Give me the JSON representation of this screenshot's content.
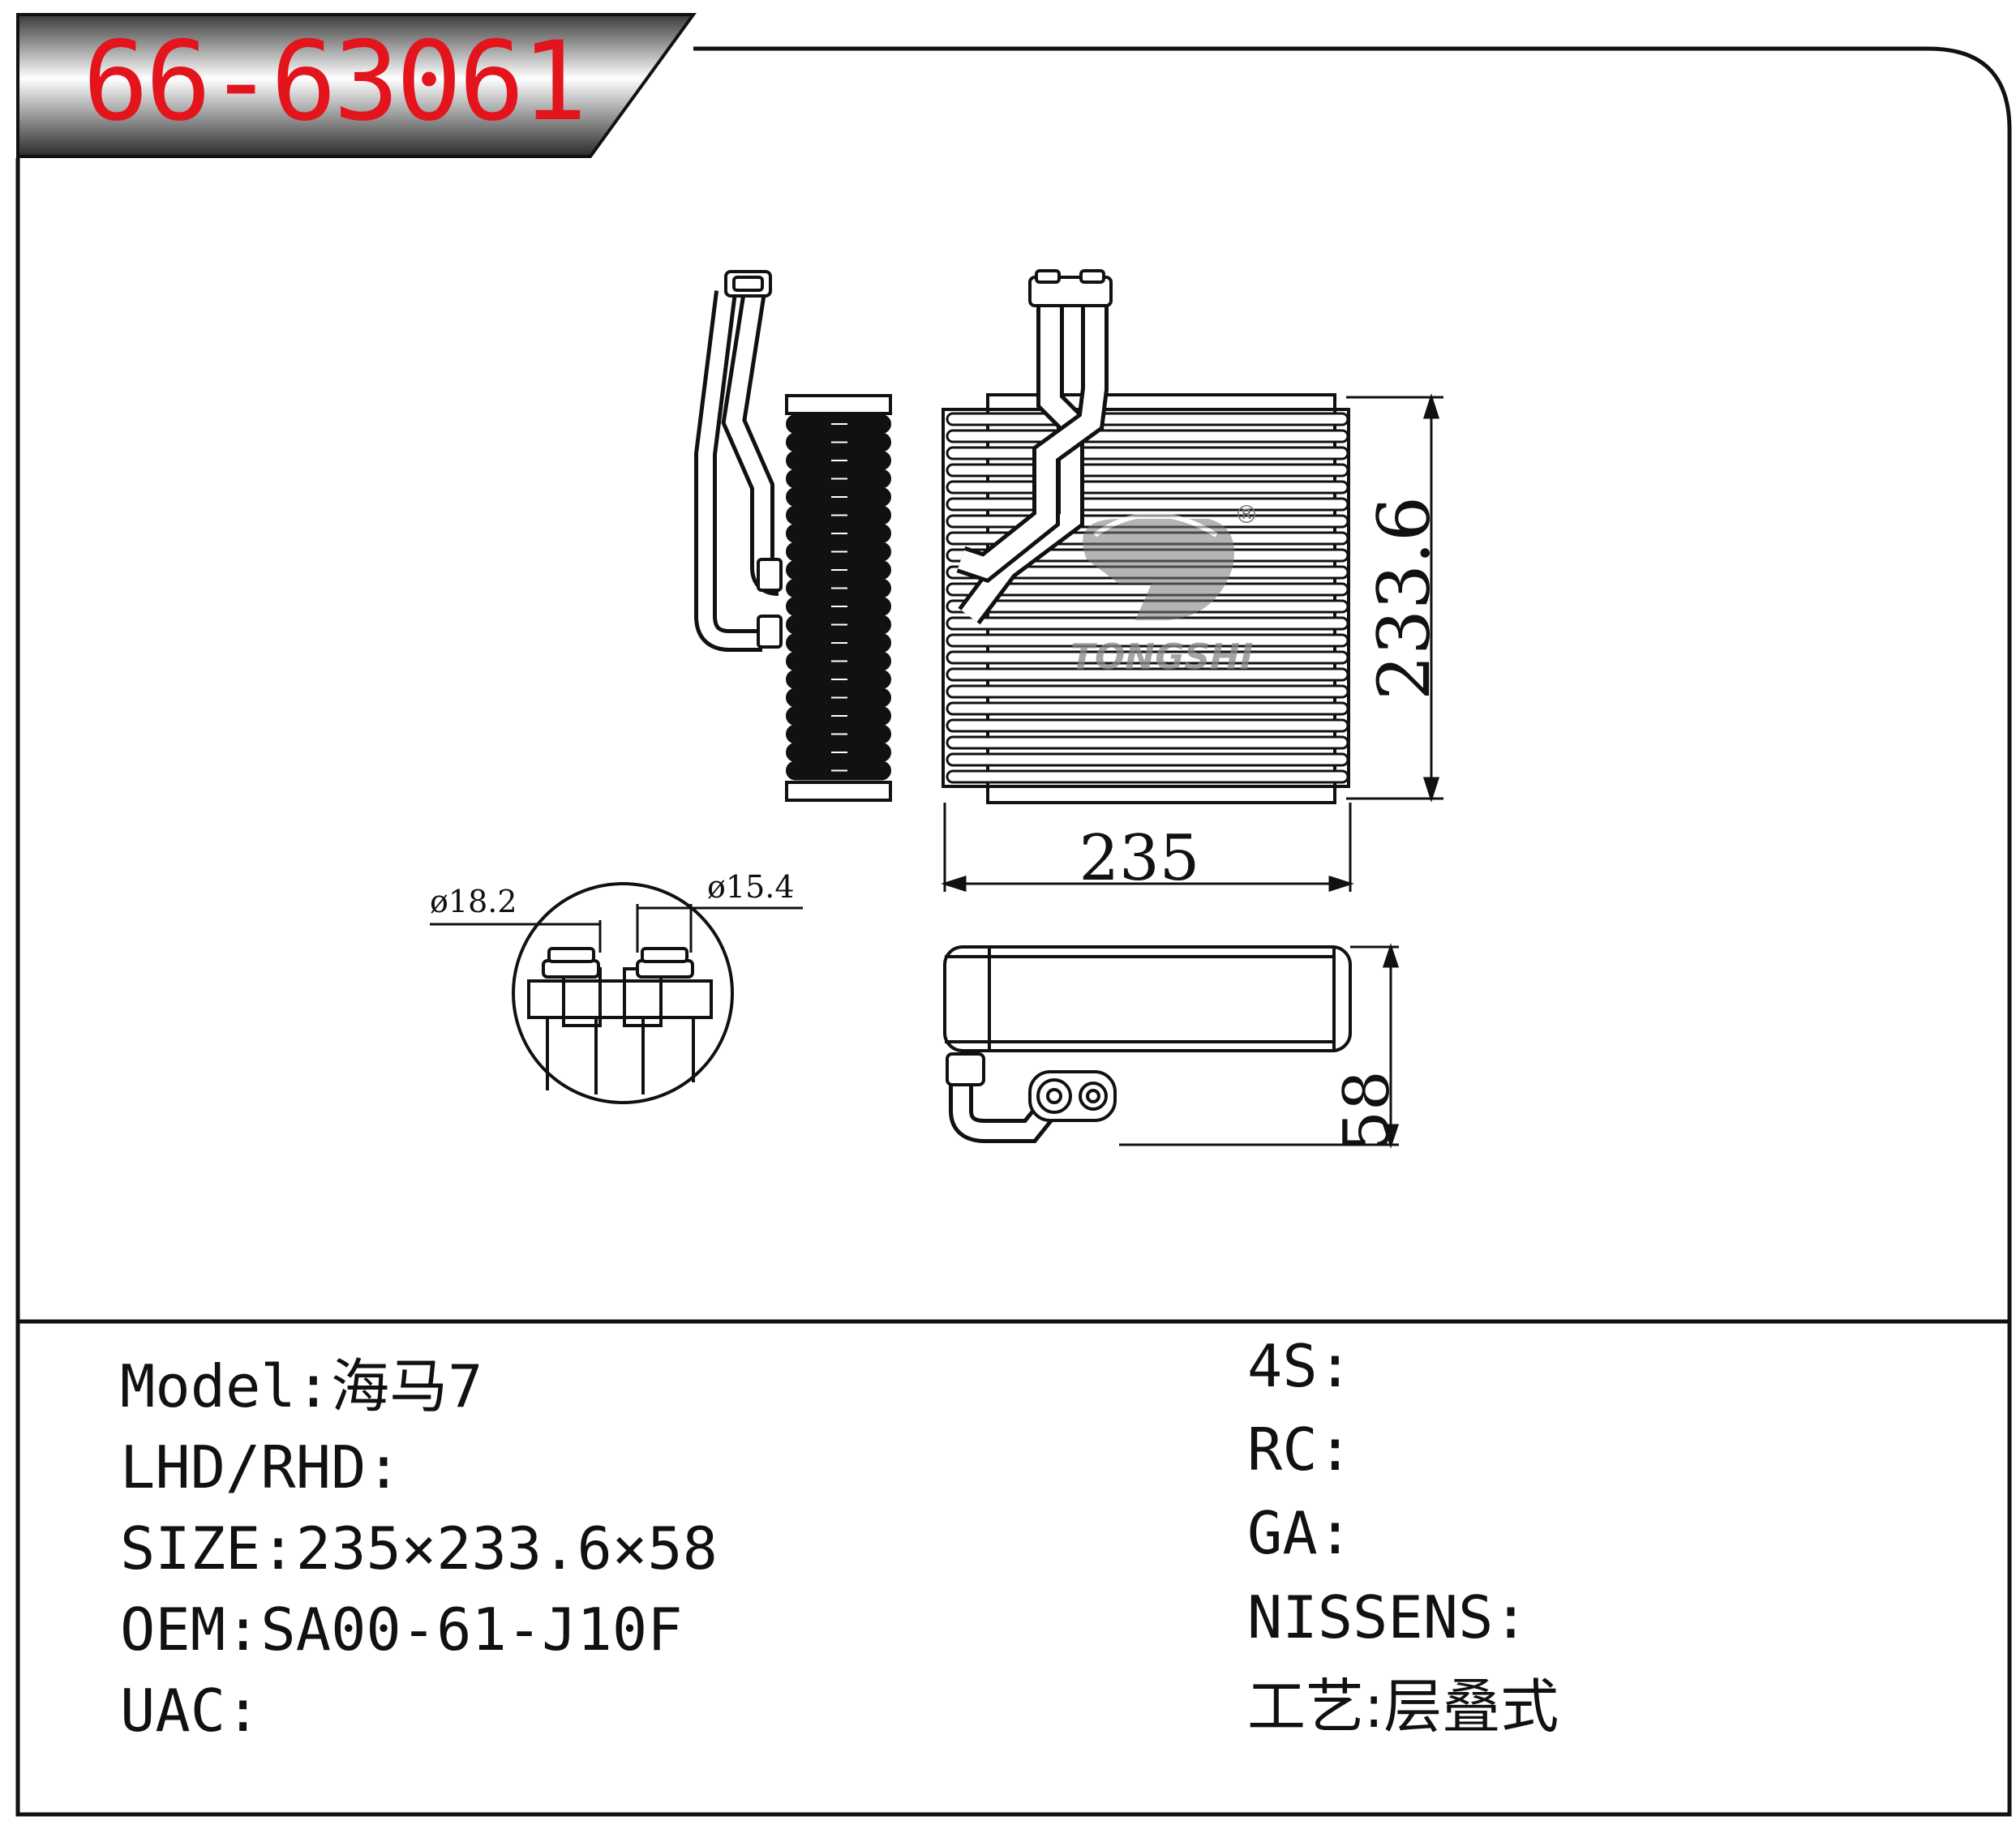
{
  "part_number": "66-63061",
  "dimensions": {
    "width": "235",
    "height": "233.6",
    "depth": "58"
  },
  "pipe_diameters": {
    "left": "18.2",
    "right": "15.4"
  },
  "watermark": {
    "brand": "TONGSHI",
    "registered": "®"
  },
  "specs_left": [
    {
      "label": "Model:",
      "value": "海马7"
    },
    {
      "label": "LHD/RHD:",
      "value": ""
    },
    {
      "label": "SIZE:",
      "value": "235×233.6×58"
    },
    {
      "label": "OEM:",
      "value": "SA00-61-J10F"
    },
    {
      "label": "UAC:",
      "value": ""
    }
  ],
  "specs_right": [
    {
      "label": "4S:",
      "value": ""
    },
    {
      "label": "RC:",
      "value": ""
    },
    {
      "label": "GA:",
      "value": ""
    },
    {
      "label": "NISSENS:",
      "value": ""
    },
    {
      "label": "工艺:",
      "value": "层叠式"
    }
  ],
  "colors": {
    "part_number": "#e3141c",
    "header_grad_dark": "#3a3a3a",
    "header_grad_light": "#ffffff",
    "line": "#111111"
  }
}
